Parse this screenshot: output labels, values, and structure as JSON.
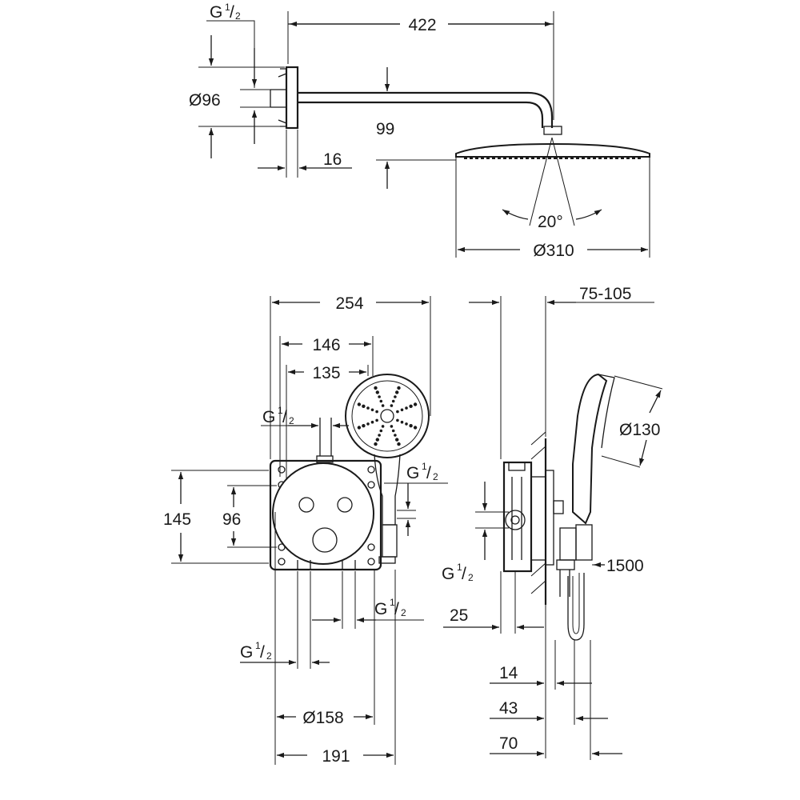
{
  "labels": {
    "thread_g": "G",
    "thread_frac_num": "1",
    "thread_frac_den": "2",
    "arm_length": "422",
    "wall_flange_dia": "Ø96",
    "arm_drop": "99",
    "flange_depth": "16",
    "spray_angle": "20°",
    "head_dia": "Ø310",
    "valve_width": "254",
    "hand_shower_offset": "146",
    "hand_shower_offset_inner": "135",
    "valve_height": "145",
    "valve_inner_height": "96",
    "trim_dia": "Ø158",
    "trim_width": "191",
    "install_depth": "75-105",
    "hand_shower_dia": "Ø130",
    "hose_length": "1500",
    "depth_25": "25",
    "depth_14": "14",
    "depth_43": "43",
    "depth_70": "70"
  }
}
